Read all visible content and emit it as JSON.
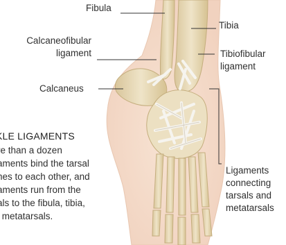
{
  "labels": {
    "fibula": "Fibula",
    "tibia": "Tibia",
    "calcaneofibular_line1": "Calcaneofibular",
    "calcaneofibular_line2": "ligament",
    "tibiofibular_line1": "Tibiofibular",
    "tibiofibular_line2": "ligament",
    "calcaneus": "Calcaneus",
    "connecting_line1": "Ligaments",
    "connecting_line2": "connecting",
    "connecting_line3": "tarsals and",
    "connecting_line4": "metatarsals"
  },
  "caption": {
    "title": "KLE LIGAMENTS",
    "lines": [
      "re than a dozen",
      "aments bind the tarsal",
      "nes to each other, and",
      "aments run from the",
      "als to the fibula, tibia,",
      "l metatarsals."
    ]
  },
  "colors": {
    "bone": "#e6d9b8",
    "ligament": "#f3f1ec",
    "skin": "#f6e1d2",
    "leader": "#333333"
  }
}
